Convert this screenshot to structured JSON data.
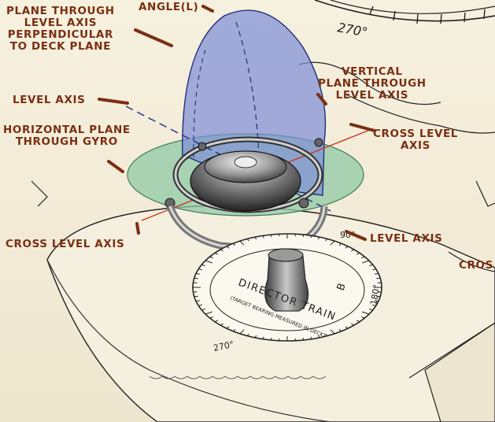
{
  "labels": {
    "plane_through_level_axis": [
      "PLANE THROUGH",
      "LEVEL AXIS",
      "PERPENDICULAR",
      "TO DECK PLANE"
    ],
    "angle_l": "ANGLE(L)",
    "vertical_plane": [
      "VERTICAL",
      "PLANE THROUGH",
      "LEVEL AXIS"
    ],
    "level_axis_left": "LEVEL AXIS",
    "horizontal_plane": [
      "HORIZONTAL PLANE",
      "THROUGH GYRO"
    ],
    "cross_level_axis_right": [
      "CROSS LEVEL",
      "AXIS"
    ],
    "cross_level_axis_left": "CROSS LEVEL AXIS",
    "level_axis_lower": "LEVEL AXIS",
    "cross_edge": "CROS"
  },
  "dial": {
    "title": "DIRECTOR TRAIN",
    "title_tail": "B",
    "subtitle": "(TARGET BEARING MEASURED IN DECK)",
    "mark_90": "90°",
    "mark_180": "180°",
    "mark_270": "270°"
  },
  "top_scale": {
    "mark_270": "270°"
  },
  "colors": {
    "label_brown": "#7a2f12",
    "vertical_plane_blue": "#7f8fd6",
    "horizontal_plane_green": "#8fcaa6",
    "background_paper": "#f3ecd9"
  }
}
